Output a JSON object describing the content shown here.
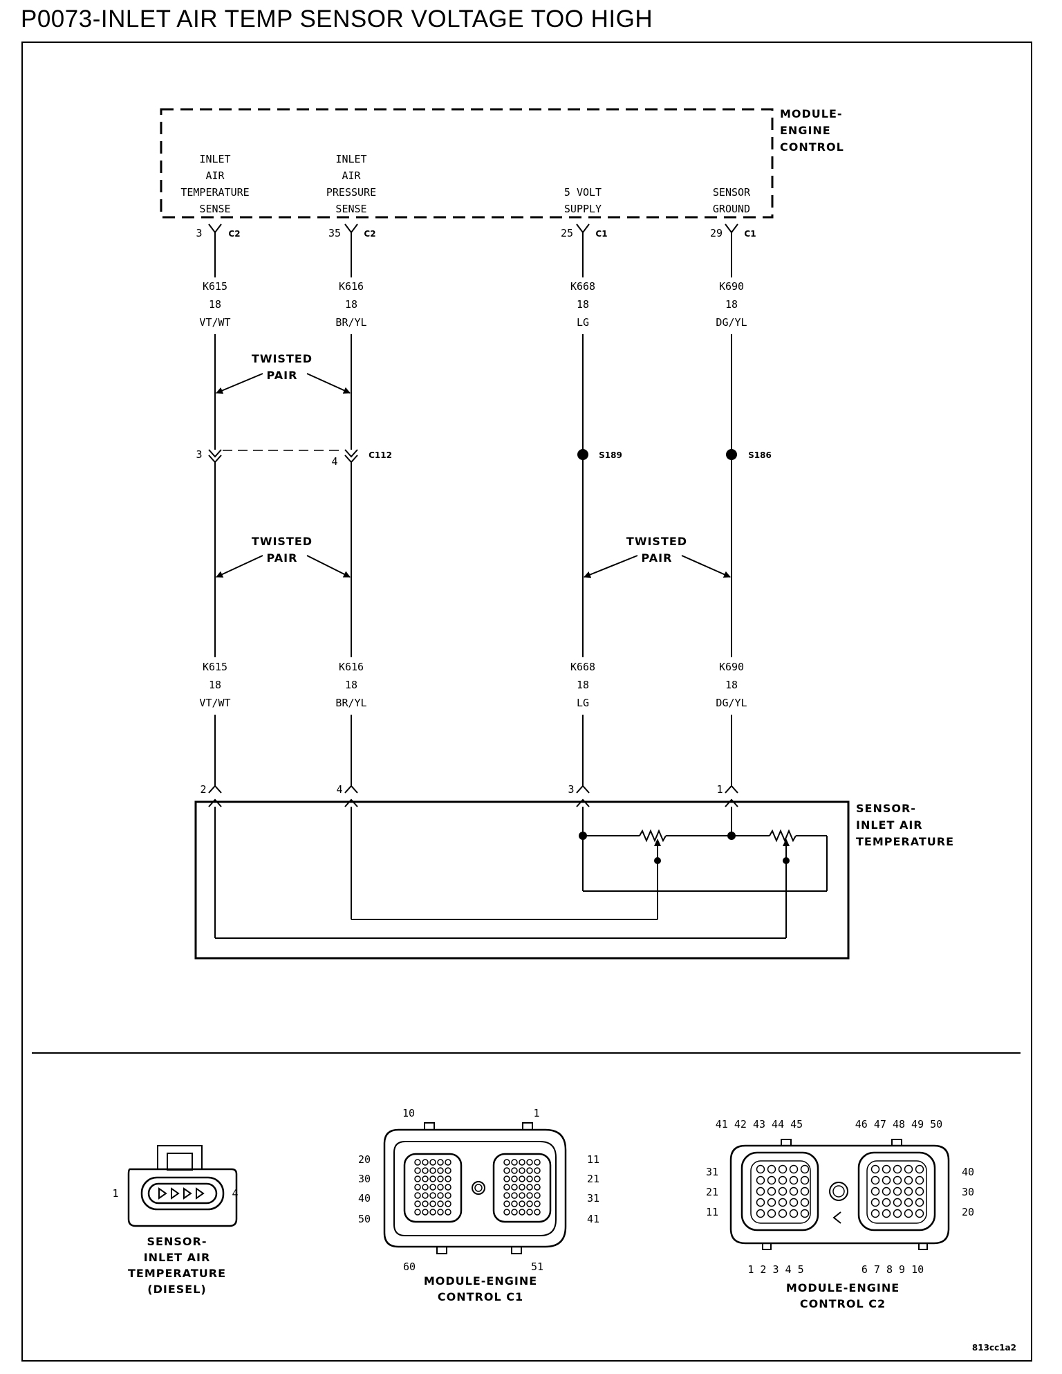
{
  "title": "P0073-INLET AIR TEMP SENSOR VOLTAGE TOO HIGH",
  "module": {
    "label": [
      "MODULE-",
      "ENGINE",
      "CONTROL"
    ],
    "pins": [
      {
        "function": [
          "INLET",
          "AIR",
          "TEMPERATURE",
          "SENSE"
        ],
        "cavity": "3",
        "connector": "C2"
      },
      {
        "function": [
          "INLET",
          "AIR",
          "PRESSURE",
          "SENSE"
        ],
        "cavity": "35",
        "connector": "C2"
      },
      {
        "function": [
          "5 VOLT",
          "SUPPLY"
        ],
        "cavity": "25",
        "connector": "C1"
      },
      {
        "function": [
          "SENSOR",
          "GROUND"
        ],
        "cavity": "29",
        "connector": "C1"
      }
    ]
  },
  "wires": [
    {
      "circuit": "K615",
      "gauge": "18",
      "color": "VT/WT"
    },
    {
      "circuit": "K616",
      "gauge": "18",
      "color": "BR/YL"
    },
    {
      "circuit": "K668",
      "gauge": "18",
      "color": "LG"
    },
    {
      "circuit": "K690",
      "gauge": "18",
      "color": "DG/YL"
    }
  ],
  "twisted_pair_label": [
    "TWISTED",
    "PAIR"
  ],
  "inline_connector": {
    "name": "C112",
    "cavities": [
      "3",
      "4"
    ]
  },
  "splices": [
    "S189",
    "S186"
  ],
  "sensor": {
    "label": [
      "SENSOR-",
      "INLET AIR",
      "TEMPERATURE"
    ],
    "cavities": [
      "2",
      "4",
      "3",
      "1"
    ]
  },
  "connector_views": {
    "sensor": {
      "label": [
        "SENSOR-",
        "INLET AIR",
        "TEMPERATURE",
        "(DIESEL)"
      ],
      "pins": [
        "1",
        "4"
      ]
    },
    "c1": {
      "label": [
        "MODULE-ENGINE",
        "CONTROL C1"
      ],
      "top": [
        "10",
        "1"
      ],
      "left": [
        "20",
        "30",
        "40",
        "50"
      ],
      "right": [
        "11",
        "21",
        "31",
        "41"
      ],
      "bottom": [
        "60",
        "51"
      ]
    },
    "c2": {
      "label": [
        "MODULE-ENGINE",
        "CONTROL C2"
      ],
      "top_left": "41 42 43 44 45",
      "top_right": "46 47 48 49 50",
      "left": [
        "31",
        "21",
        "11"
      ],
      "right": [
        "40",
        "30",
        "20"
      ],
      "bottom_left": "1  2  3  4  5",
      "bottom_right": "6  7  8  9  10"
    }
  },
  "figure_id": "813cc1a2"
}
